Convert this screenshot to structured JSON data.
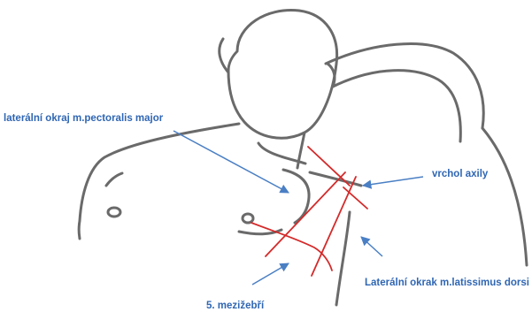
{
  "figure": {
    "colors": {
      "outline": "#6a6a6a",
      "incision": "#d42a2a",
      "arrow": "#4a7fc4",
      "label_text": "#2f66b3",
      "background": "#ffffff"
    },
    "labels": {
      "pectoralis": "laterální okraj m.pectoralis major",
      "axilla": "vrchol axily",
      "latissimus": "Laterální okrak m.latissimus dorsi",
      "intercostal": "5. mezižebří"
    }
  }
}
